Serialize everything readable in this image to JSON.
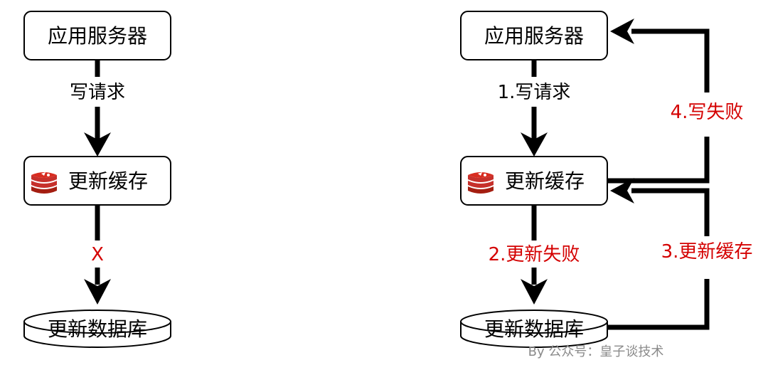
{
  "left": {
    "app_server": "应用服务器",
    "write_request": "写请求",
    "update_cache": "更新缓存",
    "fail_mark": "X",
    "update_db": "更新数据库"
  },
  "right": {
    "app_server": "应用服务器",
    "step1": "1.写请求",
    "update_cache": "更新缓存",
    "step2": "2.更新失败",
    "update_db": "更新数据库",
    "step3": "3.更新缓存",
    "step4": "4.写失败"
  },
  "watermark": "By 公众号：皇子谈技术",
  "icons": {
    "cache_icon": "redis-logo-icon"
  },
  "colors": {
    "error": "#d40000",
    "line": "#000000",
    "logo": "#c6302b"
  }
}
